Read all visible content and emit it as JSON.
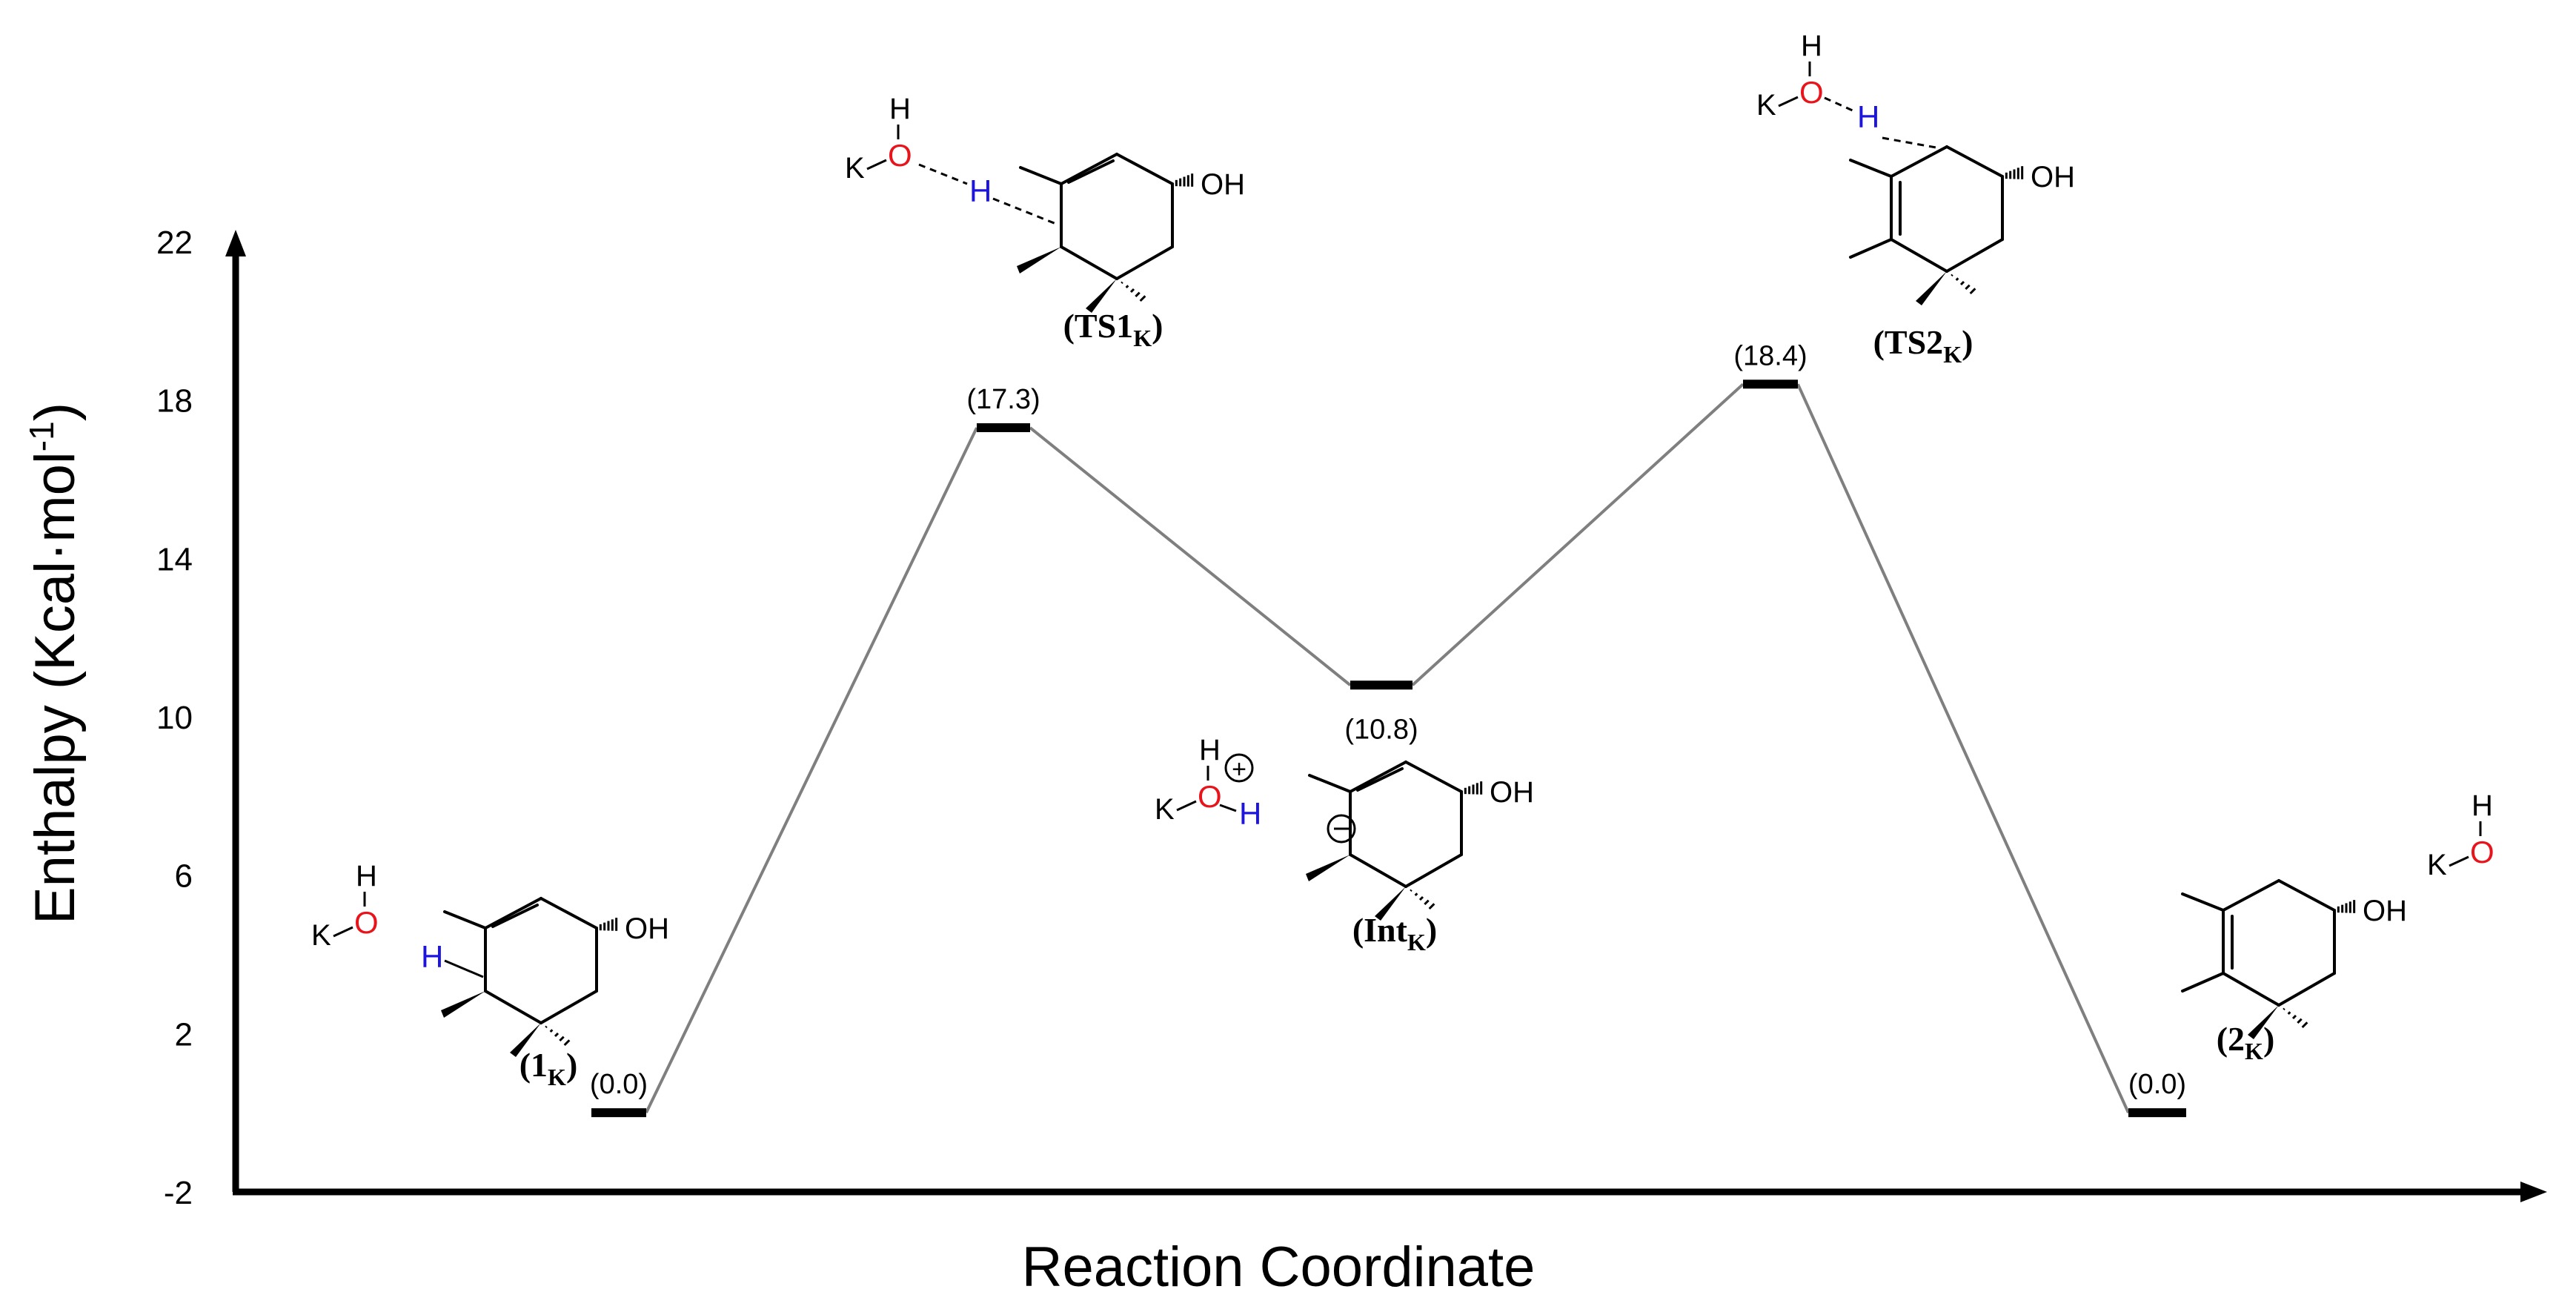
{
  "chart_data": {
    "type": "line",
    "xlabel": "Reaction Coordinate",
    "ylabel": "Enthalpy (Kcal·mol",
    "ylabel_sup": "-1",
    "ylabel_close": ")",
    "ylim": [
      -2,
      22
    ],
    "yticks": [
      -2,
      2,
      6,
      10,
      14,
      18,
      22
    ],
    "grid": false,
    "legend": "none",
    "line_color": "#7f7f7f",
    "level_color": "#000000",
    "points": [
      {
        "name": "1K",
        "value": 0.0,
        "value_label": "(0.0)",
        "species_main": "1",
        "species_sub": "K"
      },
      {
        "name": "TS1K",
        "value": 17.3,
        "value_label": "(17.3)",
        "species_main": "TS1",
        "species_sub": "K"
      },
      {
        "name": "IntK",
        "value": 10.8,
        "value_label": "(10.8)",
        "species_main": "Int",
        "species_sub": "K"
      },
      {
        "name": "TS2K",
        "value": 18.4,
        "value_label": "(18.4)",
        "species_main": "TS2",
        "species_sub": "K"
      },
      {
        "name": "2K",
        "value": 0.0,
        "value_label": "(0.0)",
        "species_main": "2",
        "species_sub": "K"
      }
    ]
  },
  "molecules": {
    "hydroxyl": "OH",
    "potassium": "K",
    "oxygen": "O",
    "hydrogen": "H",
    "colors": {
      "oxygen": "#e8141c",
      "transferring_hydrogen": "#1c14e0",
      "bond": "#000000"
    }
  }
}
